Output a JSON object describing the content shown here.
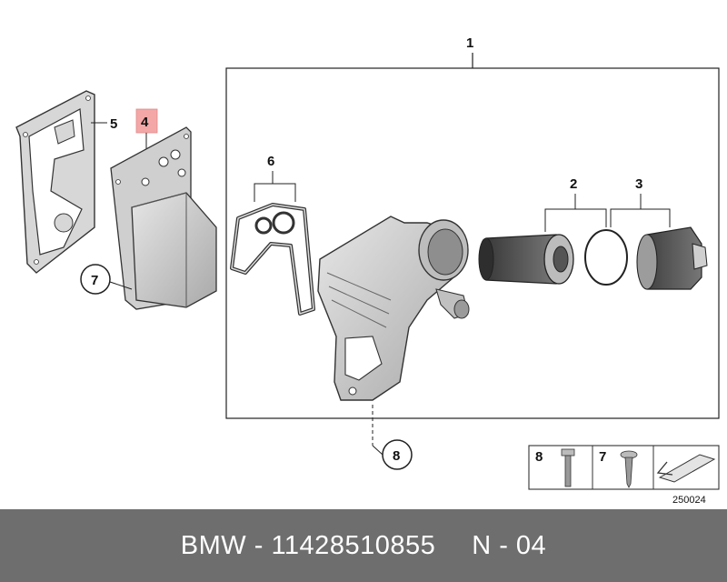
{
  "diagram": {
    "callouts": {
      "c1": "1",
      "c2": "2",
      "c3": "3",
      "c4": "4",
      "c5": "5",
      "c6": "6",
      "c7": "7",
      "c8": "8"
    },
    "legend": {
      "screw_bolt": "8",
      "screw_tapping": "7"
    },
    "reference_code": "250024",
    "colors": {
      "highlight": "#f4a7a7",
      "footer_bg": "#6e6e6e",
      "part_fill": "#c9c9c9"
    }
  },
  "footer": {
    "brand": "BMW",
    "part_number": "11428510855",
    "position": "N - 04",
    "separator": "-"
  }
}
